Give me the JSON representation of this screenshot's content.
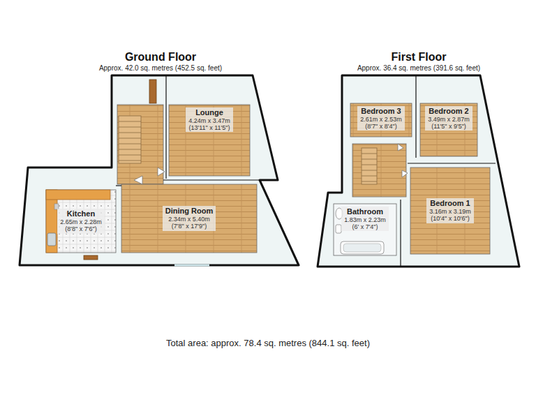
{
  "diagram": {
    "caption": "Total area: approx. 78.4 sq. metres (844.1 sq. feet)",
    "nodes": [
      {
        "text": [
          "Ground Floor",
          "Approx. 42.0 sq. metres (452.5 sq. feet)"
        ]
      },
      {
        "text": [
          "Lounge",
          "4.24m x 3.47m",
          "(13'11\" x 11'5\")"
        ],
        "in": 0
      },
      {
        "text": [
          "Kitchen",
          "2.65m x 2.28m",
          "(8'8\" x 7'6\")"
        ],
        "in": 0
      },
      {
        "text": [
          "Dining Room",
          "2.34m x 5.40m",
          "(7'8\" x 17'9\")"
        ],
        "in": 0
      },
      {
        "text": [
          "First Floor",
          "Approx. 36.4 sq. metres (391.6 sq. feet)"
        ]
      },
      {
        "text": [
          "Bedroom 3",
          "2.61m x 2.53m",
          "(8'7\" x 8'4\")"
        ],
        "in": 4
      },
      {
        "text": [
          "Bedroom 2",
          "3.49m x 2.87m",
          "(11'5\" x 9'5\")"
        ],
        "in": 4
      },
      {
        "text": [
          "Bedroom 1",
          "3.16m x 3.19m",
          "(10'4\" x 10'6\")"
        ],
        "in": 4
      },
      {
        "text": [
          "Bathroom",
          "1.83m x 2.23m",
          "(6' x 7'4\")"
        ],
        "in": 4
      }
    ]
  }
}
